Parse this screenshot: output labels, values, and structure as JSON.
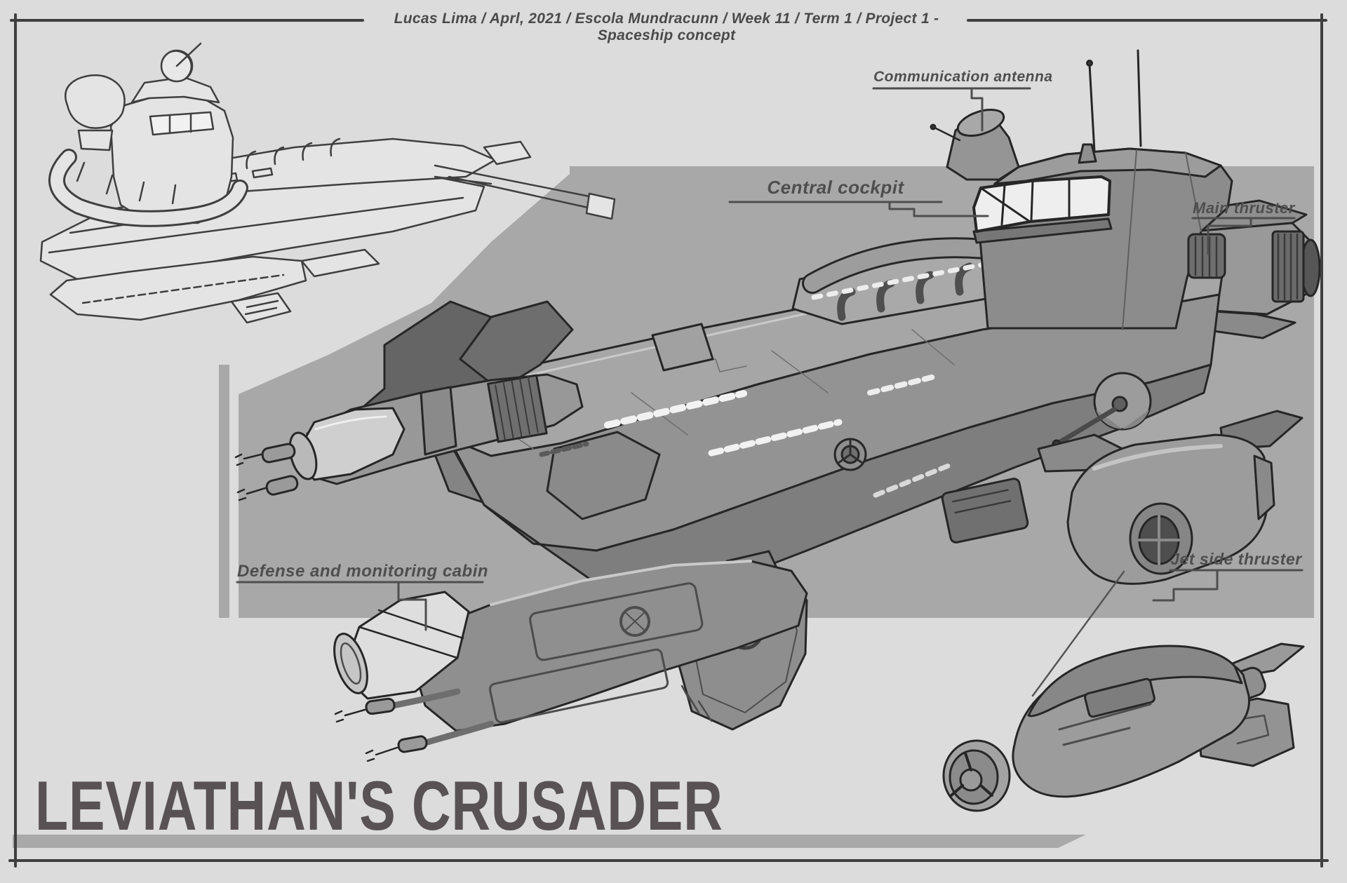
{
  "page": {
    "header_credit": "Lucas Lima / Aprl, 2021 / Escola Mundracunn / Week 11 / Term 1 / Project 1 - Spaceship concept",
    "background": "#dcdcdc",
    "panel_color": "#a8a8a8",
    "frame_color": "#3f3f3f"
  },
  "annotations": {
    "communication_antenna": "Communication antenna",
    "central_cockpit": "Central cockpit",
    "main_thruster": "Main thruster",
    "defense_cabin": "Defense and monitoring cabin",
    "jet_side_thruster": "Jet side thruster"
  },
  "title": {
    "text": "LEVIATHAN'S CRUSADER"
  },
  "colors": {
    "ink": "#4e4e4e",
    "title": "#585254",
    "outline": "#262626",
    "ship_light": "#c9c9c9",
    "ship_mid": "#9a9a9a",
    "ship_dark": "#6e6e6e",
    "window": "#f2f2f2",
    "title_bar": "#a9a9a9"
  }
}
